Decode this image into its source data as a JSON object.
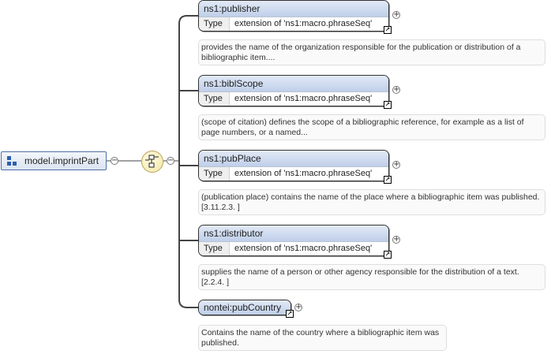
{
  "root": {
    "label": "model.imprintPart"
  },
  "elements": [
    {
      "name": "ns1:publisher",
      "type_label": "Type",
      "type_value": "extension of 'ns1:macro.phraseSeq'",
      "doc": "provides the name of the organization responsible for the publication or distribution of a bibliographic item...."
    },
    {
      "name": "ns1:biblScope",
      "type_label": "Type",
      "type_value": "extension of 'ns1:macro.phraseSeq'",
      "doc": "(scope of citation) defines the scope of a bibliographic reference, for example as a list of page numbers, or a named..."
    },
    {
      "name": "ns1:pubPlace",
      "type_label": "Type",
      "type_value": "extension of 'ns1:macro.phraseSeq'",
      "doc": "(publication place) contains the name of the place where a bibliographic item was published. [3.11.2.3. ]"
    },
    {
      "name": "ns1:distributor",
      "type_label": "Type",
      "type_value": "extension of 'ns1:macro.phraseSeq'",
      "doc": "supplies the name of a person or other agency responsible for the distribution of a text. [2.2.4. ]"
    },
    {
      "name": "nontei:pubCountry",
      "doc": "Contains the name of the country where a bibliographic item was published."
    }
  ],
  "icons": {
    "group": "model-group-icon",
    "compositor": "choice-compositor-icon",
    "collapse": "collapse-icon",
    "expand": "expand-icon",
    "reference": "reference-arrow-icon"
  },
  "colors": {
    "element_header": "#bfcfe9",
    "compositor_fill": "#f3e6a6",
    "group_border": "#4f6fa8"
  },
  "symbols": {
    "collapse": "−",
    "expand": "+",
    "reference": "↗"
  }
}
